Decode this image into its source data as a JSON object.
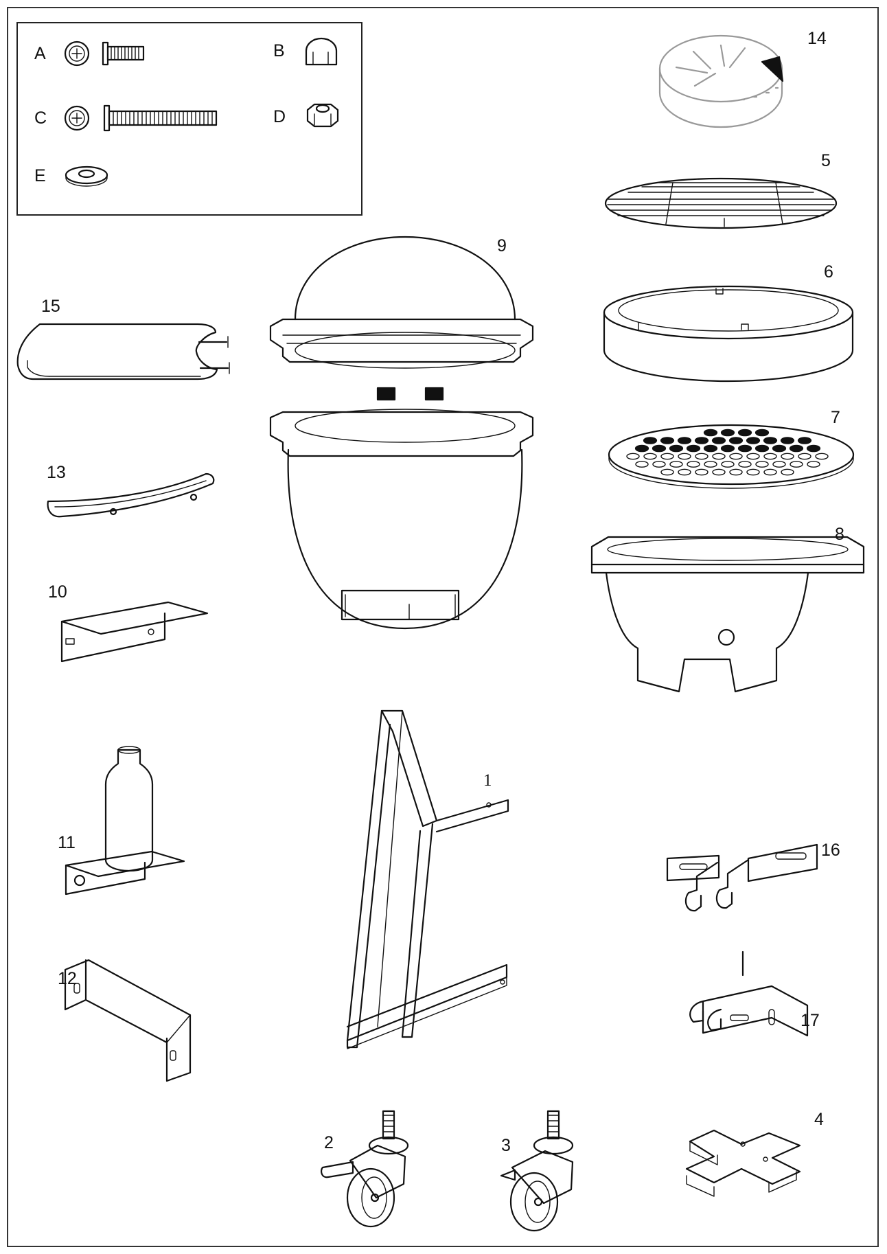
{
  "hardware": {
    "A": "A",
    "B": "B",
    "C": "C",
    "D": "D",
    "E": "E"
  },
  "parts": {
    "p1": "1",
    "p2": "2",
    "p3": "3",
    "p4": "4",
    "p5": "5",
    "p6": "6",
    "p7": "7",
    "p8": "8",
    "p9": "9",
    "p10": "10",
    "p11": "11",
    "p12": "12",
    "p13": "13",
    "p14": "14",
    "p15": "15",
    "p16": "16",
    "p17": "17"
  },
  "icons": [
    "bolt-short-icon",
    "acorn-nut-icon",
    "bolt-long-icon",
    "hex-nut-icon",
    "washer-icon",
    "vent-cap-icon",
    "cooking-grate-icon",
    "fire-ring-icon",
    "charcoal-grate-icon",
    "firebox-icon",
    "dome-lid-body-icon",
    "side-shelf-icon",
    "handle-icon",
    "shelf-bracket-icon",
    "bottle-opener-bracket-icon",
    "u-bracket-icon",
    "stand-frame-icon",
    "locking-caster-icon",
    "caster-icon",
    "base-cross-icon",
    "hinge-bracket-icon",
    "hinge-bracket-alt-icon"
  ]
}
